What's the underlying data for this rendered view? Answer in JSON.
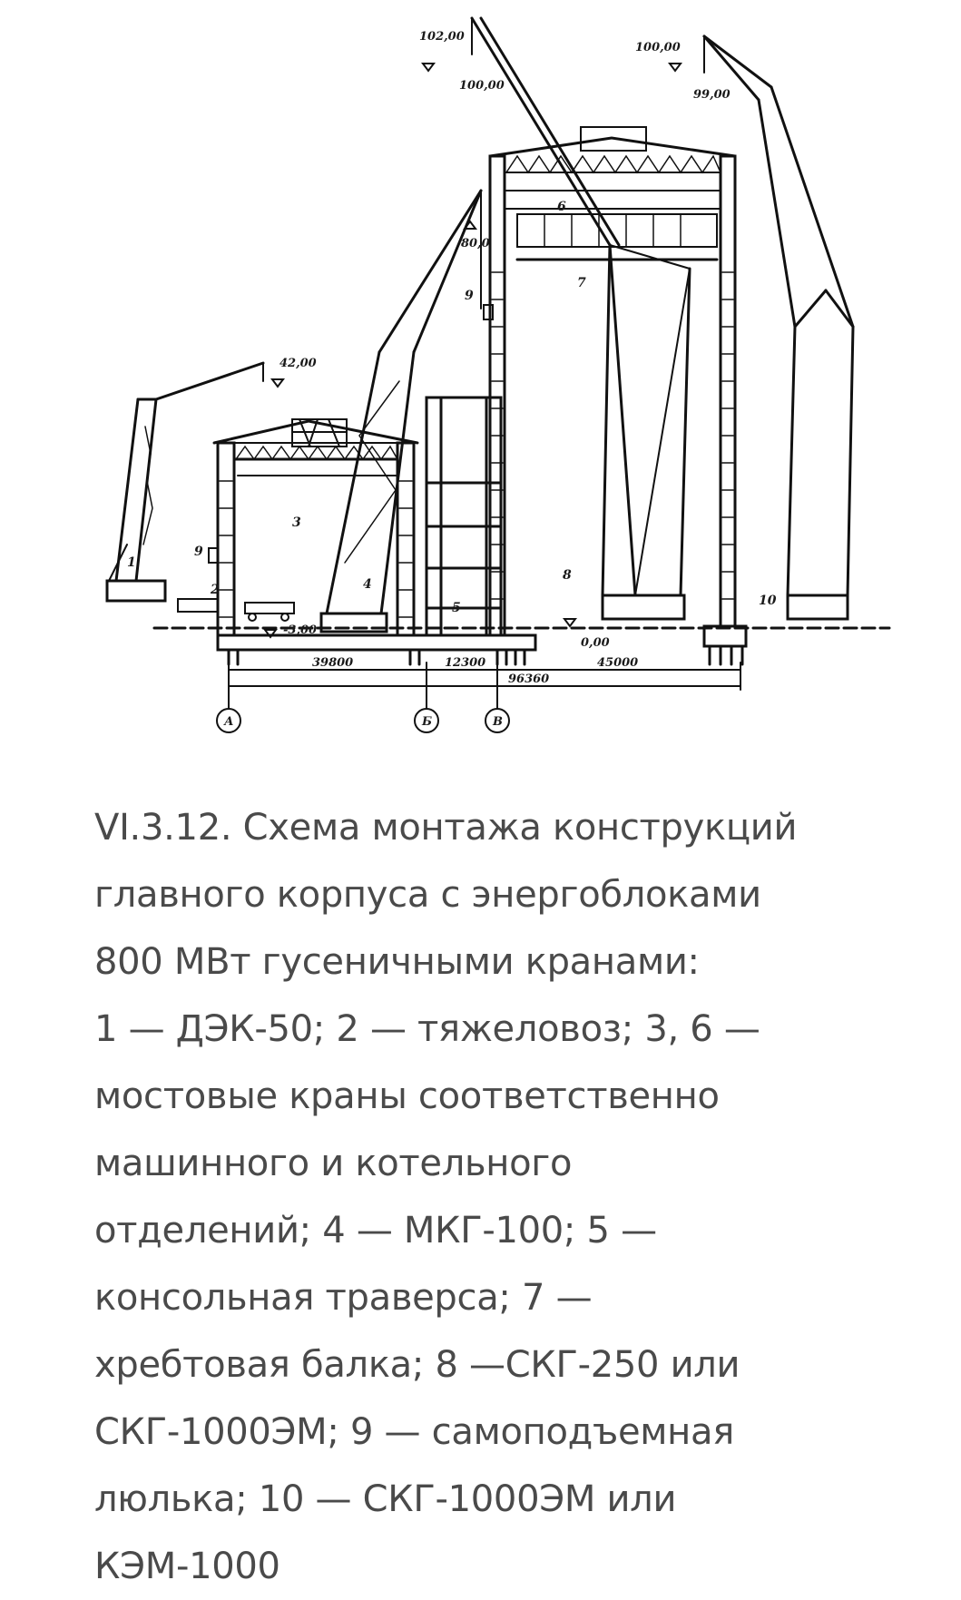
{
  "figure": {
    "elevation_labels": [
      "102,00",
      "100,00",
      "100,00",
      "99,00",
      "80,0",
      "42,00",
      "-3,00",
      "0,00"
    ],
    "callouts": [
      "1",
      "2",
      "3",
      "4",
      "5",
      "6",
      "7",
      "8",
      "9",
      "9",
      "10"
    ],
    "dimensions": [
      "39800",
      "12300",
      "45000",
      "96360"
    ],
    "axes": [
      "А",
      "Б",
      "В"
    ]
  },
  "caption": {
    "lines": [
      "VI.3.12. Схема монтажа конструкций",
      "главного корпуса с энергоблоками",
      "800 МВт гусеничными кранами:",
      "1 — ДЭК-50; 2 — тяжеловоз; 3, 6 —",
      "мостовые краны соответственно",
      "машинного и котельного",
      "отделений; 4 — МКГ-100; 5 —",
      "консольная траверса; 7 —",
      "хребтовая балка; 8 —СКГ-250 или",
      "СКГ-1000ЭМ; 9 — самоподъемная",
      "люлька; 10 — СКГ-1000ЭМ или",
      "КЭМ-1000"
    ]
  }
}
